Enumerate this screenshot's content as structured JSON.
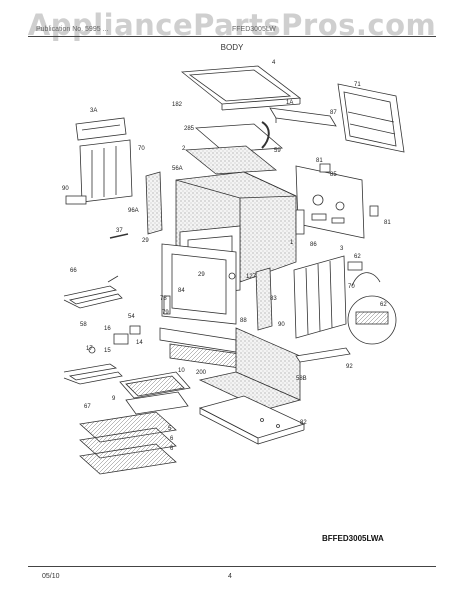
{
  "watermark": "AppliancePartsPros.com",
  "header": {
    "left": "Publication No. 5995 ...",
    "right": "FFED3005LW"
  },
  "section_title": "BODY",
  "callouts": {
    "c1": "4",
    "c2": "3A",
    "c3": "182",
    "c4": "1A",
    "c5": "71",
    "c6": "87",
    "c7": "285",
    "c8": "2",
    "c9": "59",
    "c10": "70",
    "c11": "56A",
    "c12": "81",
    "c13": "90",
    "c14": "96A",
    "c15": "37",
    "c16": "29",
    "c17": "85",
    "c18": "81",
    "c19": "86",
    "c20": "1",
    "c21": "3",
    "c22": "62",
    "c23": "66",
    "c24": "29",
    "c25": "127",
    "c26": "84",
    "c27": "83",
    "c28": "78",
    "c29": "70",
    "c30": "79",
    "c31": "58",
    "c32": "62",
    "c33": "54",
    "c34": "16",
    "c35": "14",
    "c36": "88",
    "c37": "90",
    "c38": "17",
    "c39": "15",
    "c40": "200",
    "c41": "58B",
    "c42": "92",
    "c43": "10",
    "c44": "9",
    "c45": "67",
    "c46": "5",
    "c47": "6",
    "c48": "6",
    "c49": "82"
  },
  "model_code": "BFFED3005LWA",
  "footer": {
    "date": "05/10",
    "page": "4"
  }
}
